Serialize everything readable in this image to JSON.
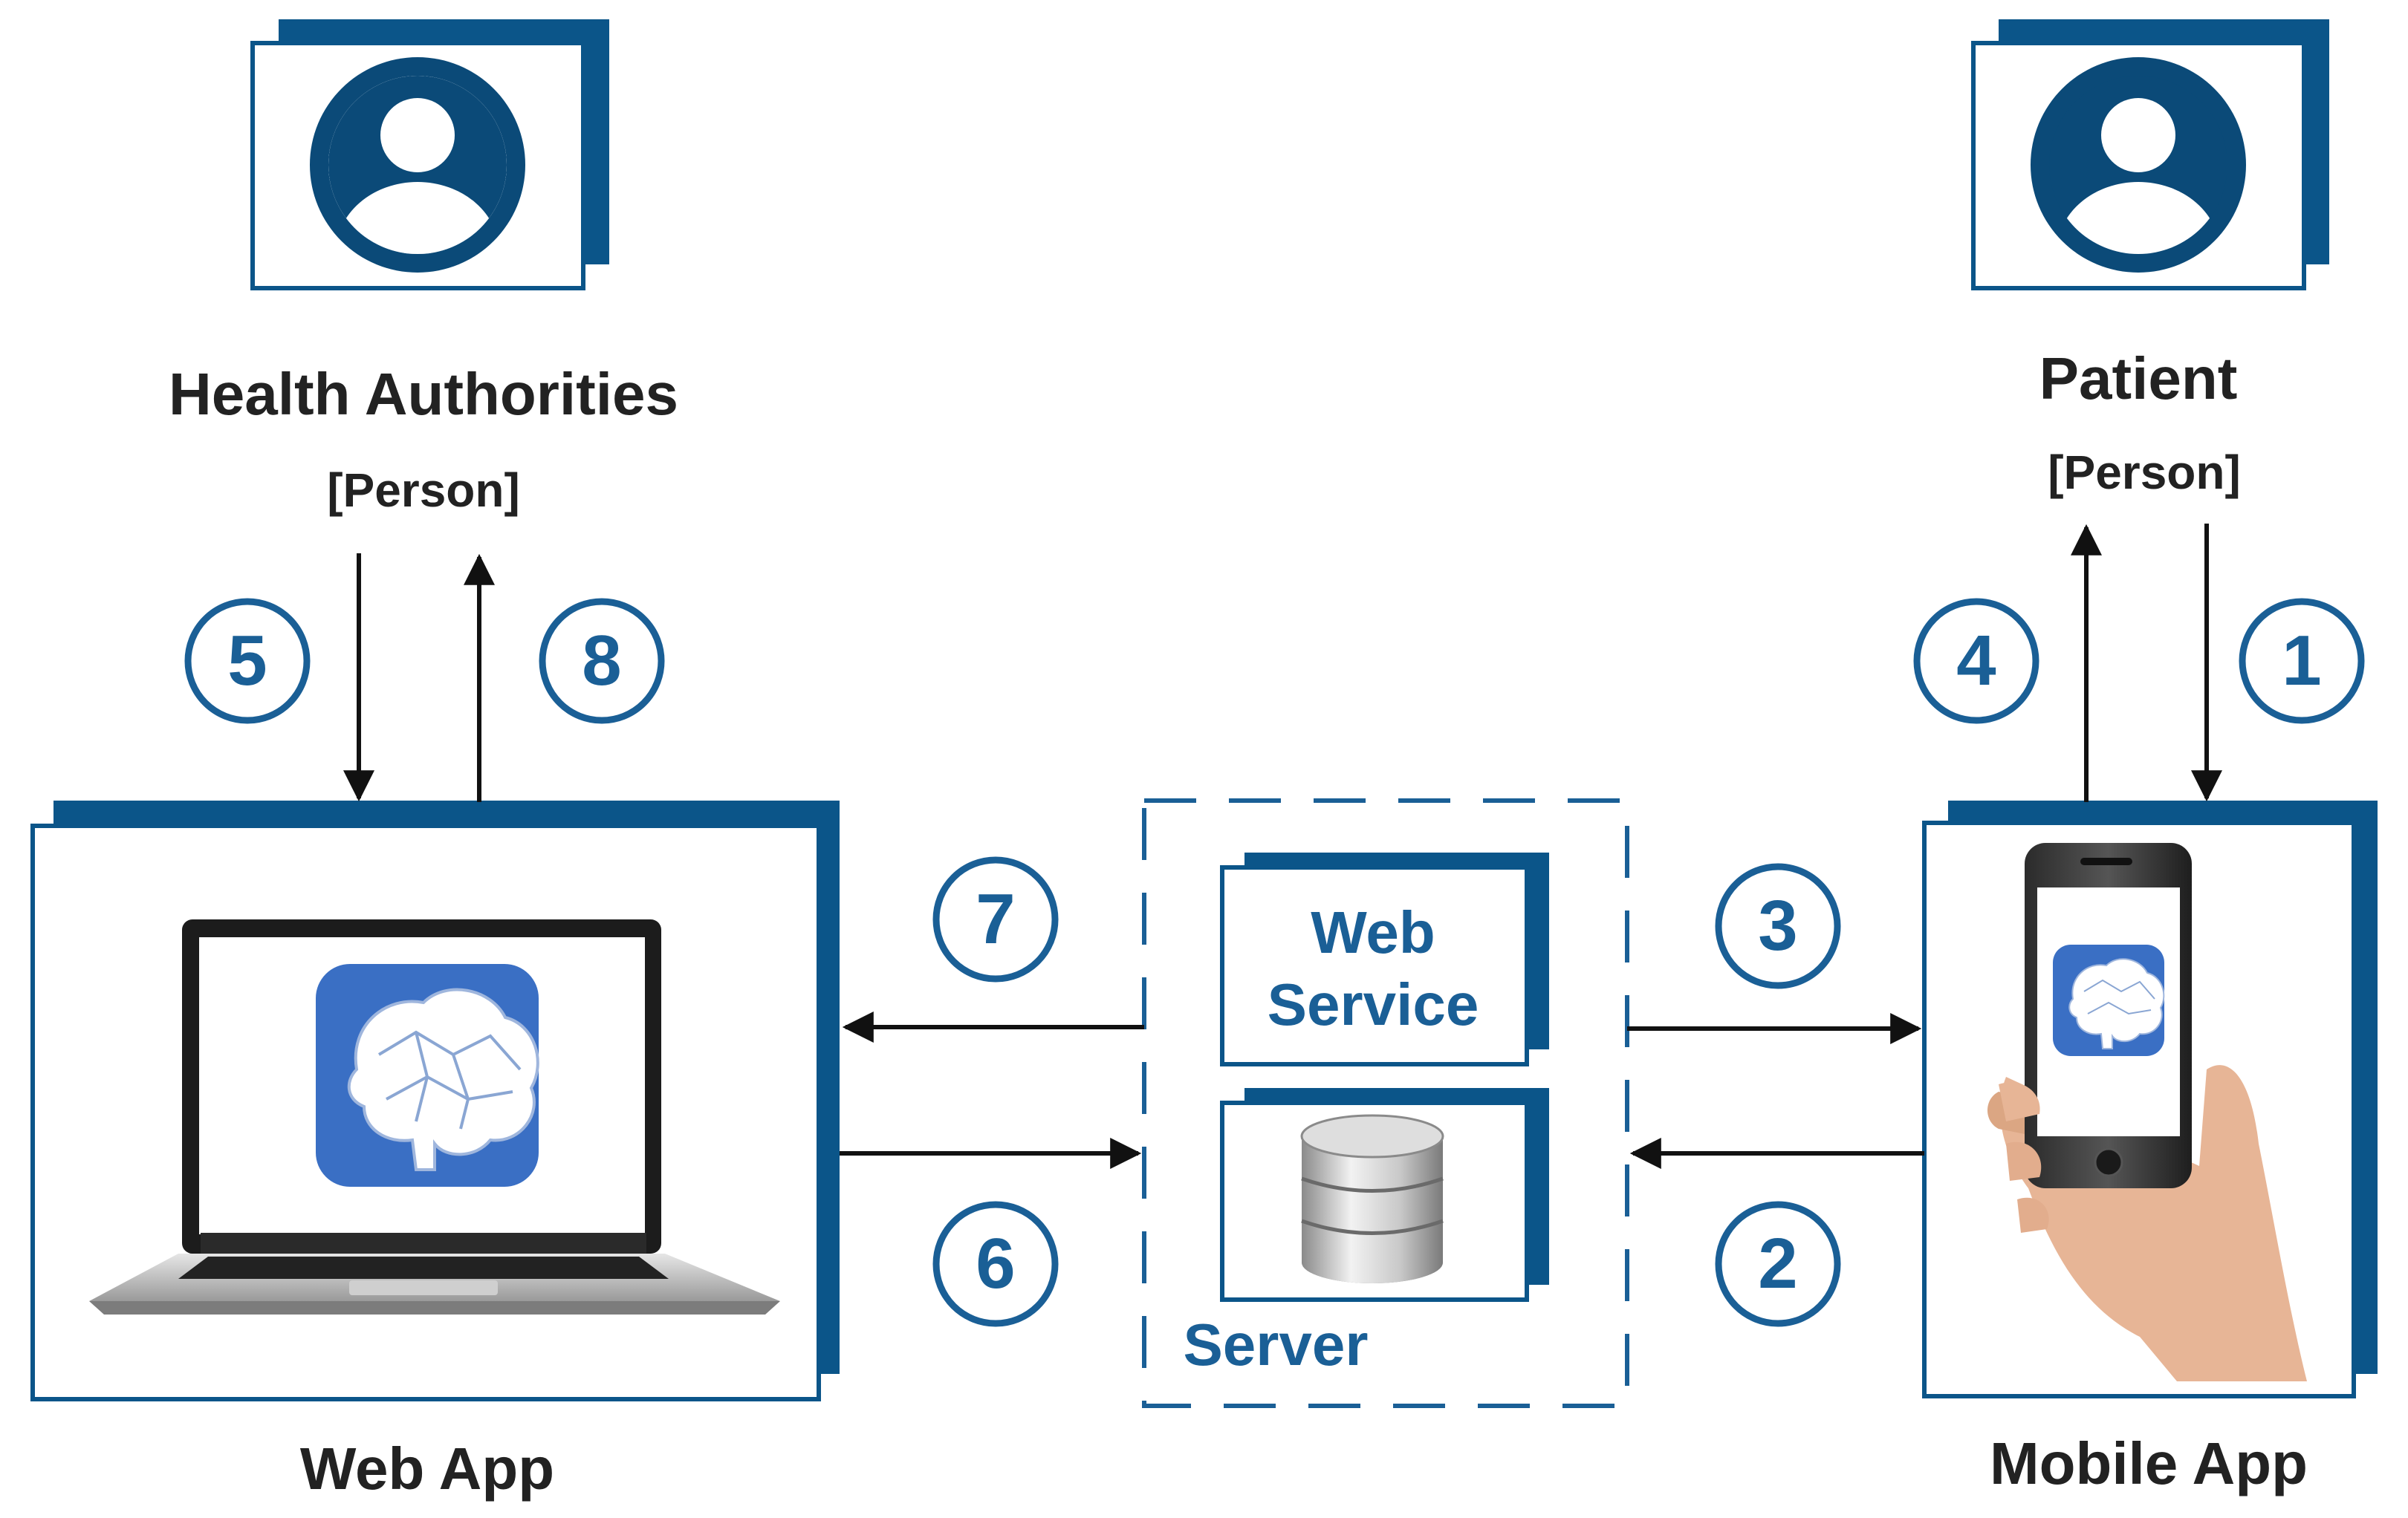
{
  "actors": {
    "health_authorities": {
      "name": "Health Authorities",
      "type": "[Person]"
    },
    "patient": {
      "name": "Patient",
      "type": "[Person]"
    }
  },
  "containers": {
    "web_app": {
      "label": "Web App"
    },
    "mobile_app": {
      "label": "Mobile App"
    },
    "server": {
      "label": "Server",
      "web_service_line1": "Web",
      "web_service_line2": "Service"
    }
  },
  "steps": {
    "s1": "1",
    "s2": "2",
    "s3": "3",
    "s4": "4",
    "s5": "5",
    "s6": "6",
    "s7": "7",
    "s8": "8"
  },
  "icons": {
    "person": "person-avatar-icon",
    "brain": "brain-app-icon",
    "database": "database-icon",
    "laptop": "laptop-icon",
    "phone": "phone-in-hand-icon"
  },
  "colors": {
    "primary": "#0b4a78",
    "accent_blue": "#1a5f96",
    "app_icon": "#3a6fc4",
    "text": "#222222"
  }
}
